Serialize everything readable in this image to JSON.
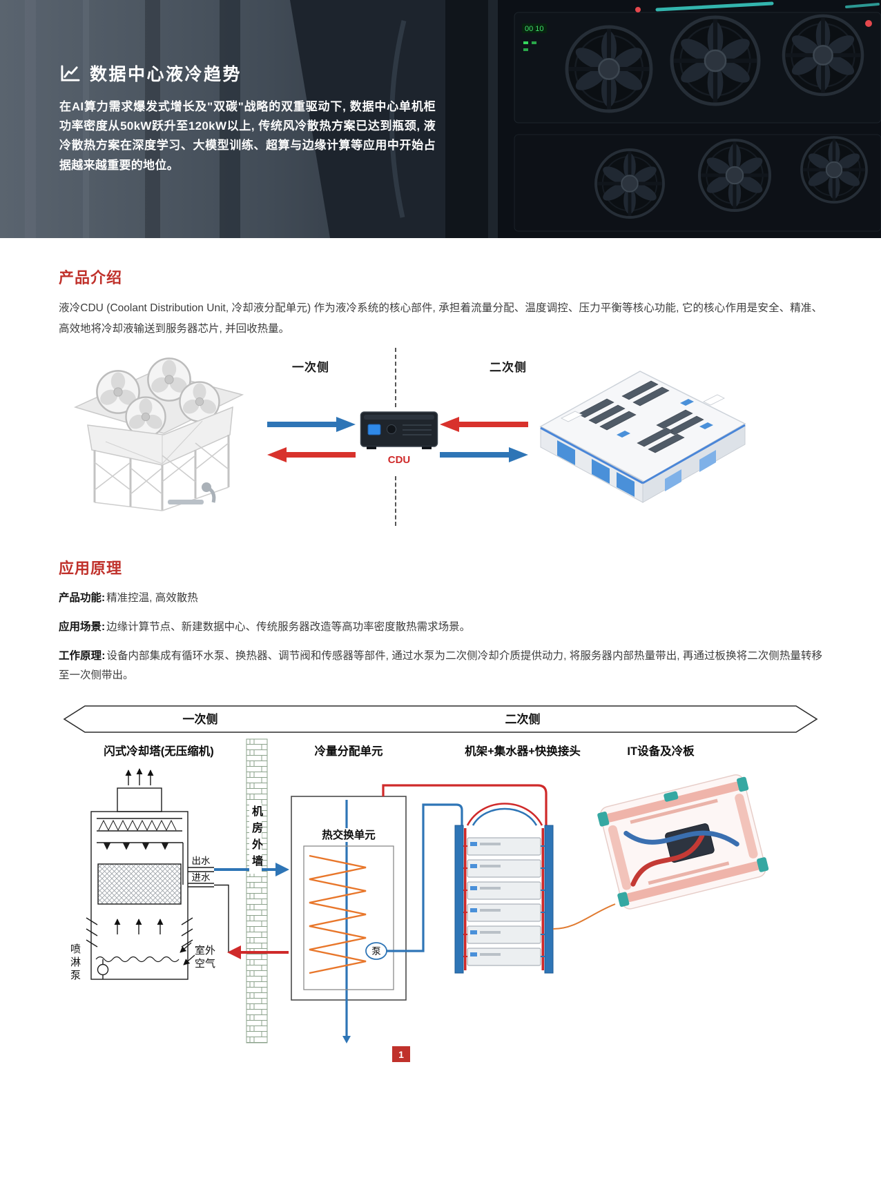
{
  "hero": {
    "title": "数据中心液冷趋势",
    "body": "在AI算力需求爆发式增长及\"双碳\"战略的双重驱动下, 数据中心单机柜功率密度从50kW跃升至120kW以上, 传统风冷散热方案已达到瓶颈, 液冷散热方案在深度学习、大模型训练、超算与边缘计算等应用中开始占据越来越重要的地位。",
    "icon": "trend-chart-icon"
  },
  "product_intro": {
    "heading": "产品介绍",
    "body": "液冷CDU (Coolant Distribution Unit, 冷却液分配单元) 作为液冷系统的核心部件, 承担着流量分配、温度调控、压力平衡等核心功能, 它的核心作用是安全、精准、高效地将冷却液输送到服务器芯片, 并回收热量。"
  },
  "cdu_diagram": {
    "primary_side_label": "一次侧",
    "secondary_side_label": "二次侧",
    "cdu_label": "CDU"
  },
  "application": {
    "heading": "应用原理",
    "items": [
      {
        "label": "产品功能:",
        "text": "精准控温, 高效散热"
      },
      {
        "label": "应用场景:",
        "text": "边缘计算节点、新建数据中心、传统服务器改造等高功率密度散热需求场景。"
      },
      {
        "label": "工作原理:",
        "text": "设备内部集成有循环水泵、换热器、调节阀和传感器等部件, 通过水泵为二次侧冷却介质提供动力, 将服务器内部热量带出, 再通过板换将二次侧热量转移至一次侧带出。"
      }
    ]
  },
  "flow_diagram": {
    "primary_side_label": "一次侧",
    "secondary_side_label": "二次侧",
    "columns": [
      "闪式冷却塔(无压缩机)",
      "冷量分配单元",
      "机架+集水器+快换接头",
      "IT设备及冷板"
    ],
    "tower": {
      "outlet_label": "出水",
      "inlet_label": "进水",
      "spray_pump_label": "喷淋泵",
      "outdoor_air_label": "室外空气"
    },
    "wall_label": "机房外墙",
    "hx_label": "热交换单元",
    "pump_label": "泵"
  },
  "footer": {
    "page_number": "1"
  },
  "colors": {
    "accent_red": "#c0312b",
    "pipe_red": "#cf2a2a",
    "pipe_blue": "#2e75b6",
    "coil_orange": "#e8762a"
  }
}
